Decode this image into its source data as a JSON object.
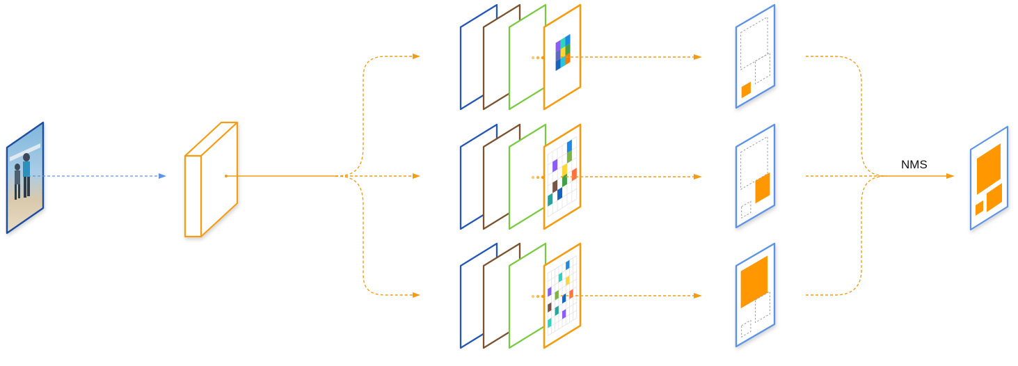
{
  "labels": {
    "nms": "NMS"
  },
  "colors": {
    "orange": "#F39C12",
    "orange_fill": "#FF9800",
    "input_frame": "#1F4E9E",
    "blue": "#2456B8",
    "brown": "#7A5230",
    "green": "#7AC943",
    "result_frame": "#5B93E5",
    "grid_line": "#e2e2e2",
    "dashed_box": "#9a9a9a",
    "arrow_blue": "#5B93E5"
  },
  "icons": {
    "input": "input-image-icon",
    "backbone": "feature-block-icon",
    "branch": "feature-map-stack-icon",
    "result": "detection-result-icon",
    "final": "final-detections-icon"
  },
  "branches": [
    {
      "cell_colors": [
        [
          "#8B5CF6",
          "#2DD4BF",
          "#1E88E5"
        ],
        [
          "#5C6BC0",
          "#FDD835",
          "#43A047"
        ],
        [
          "#1565C0",
          "#26C6DA",
          "#F57C00"
        ]
      ]
    },
    {
      "cell_colors": [
        "#1E88E5",
        "#8B5CF6",
        "#7CB342",
        "#FDD835",
        "#795548",
        "#43A047",
        "#FF7043",
        "#26A69A",
        "#1565C0"
      ]
    },
    {
      "cell_colors": [
        "#1E88E5",
        "#2DD4BF",
        "#8B5CF6",
        "#FDD835",
        "#7CB342",
        "#795548",
        "#1565C0",
        "#FF7043",
        "#26A69A",
        "#2DD4BF",
        "#8B5CF6"
      ]
    }
  ],
  "results": [
    {
      "selected_box": "small"
    },
    {
      "selected_box": "medium"
    },
    {
      "selected_box": "large"
    }
  ]
}
